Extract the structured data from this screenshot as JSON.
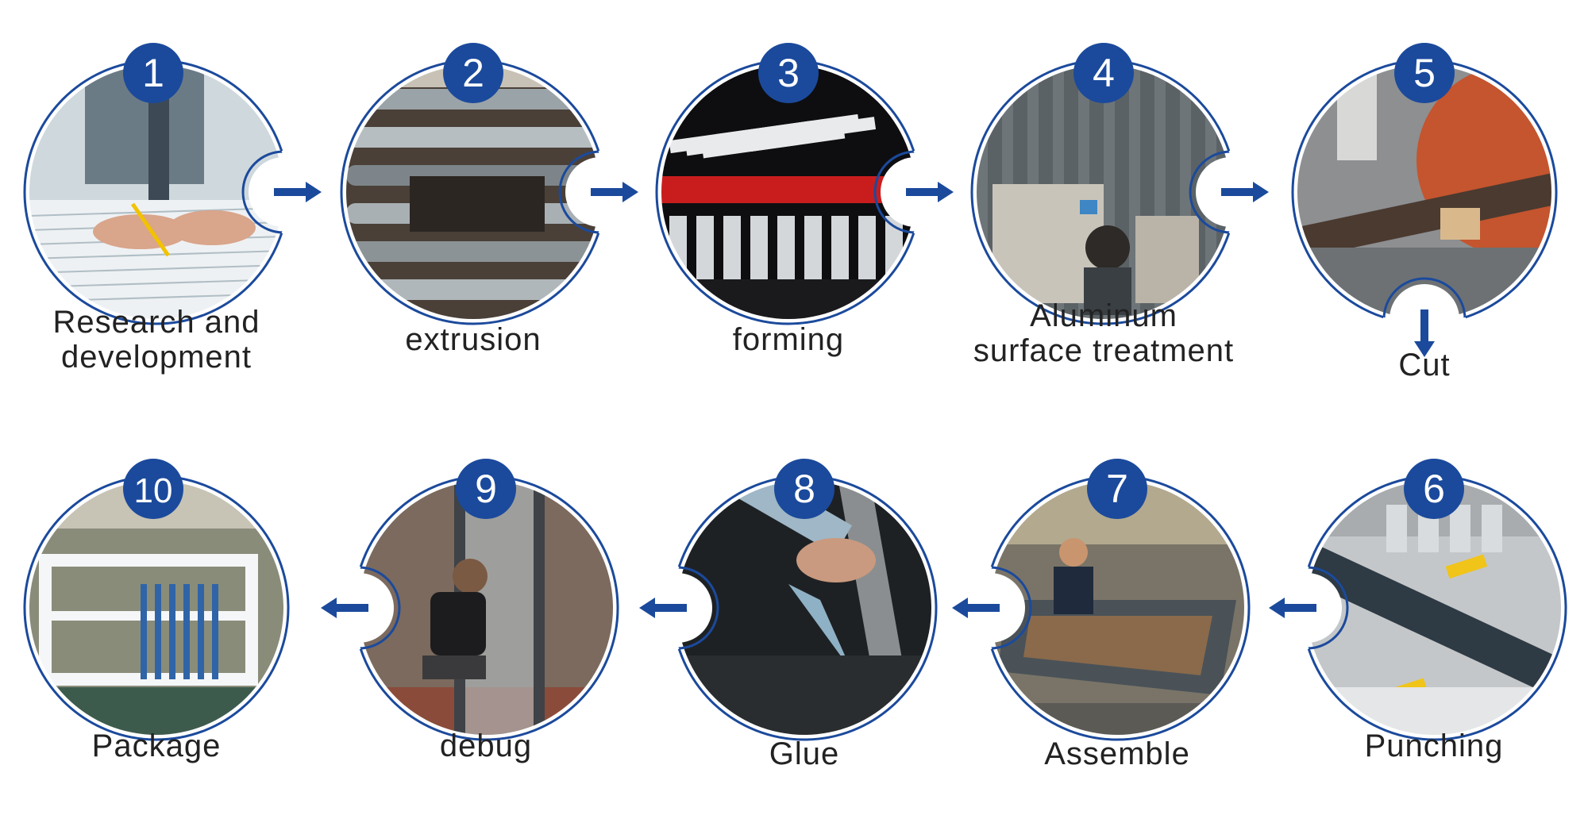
{
  "colors": {
    "accent": "#1b4a9c",
    "ring": "#1b4a9c",
    "text": "#222222"
  },
  "steps": [
    {
      "number": "1",
      "name": "step-research",
      "label_lines": [
        "Research and",
        "development"
      ],
      "arrow": "right",
      "scene": "blueprint-desk"
    },
    {
      "number": "2",
      "name": "step-extrusion",
      "label_lines": [
        "extrusion"
      ],
      "arrow": "right",
      "scene": "extrusion-machine"
    },
    {
      "number": "3",
      "name": "step-forming",
      "label_lines": [
        "forming"
      ],
      "arrow": "right",
      "scene": "profiles-rack"
    },
    {
      "number": "4",
      "name": "step-surface",
      "label_lines": [
        "Aluminum",
        "surface treatment"
      ],
      "arrow": "right",
      "scene": "control-panel"
    },
    {
      "number": "5",
      "name": "step-cut",
      "label_lines": [
        "Cut"
      ],
      "arrow": "down",
      "scene": "saw"
    },
    {
      "number": "6",
      "name": "step-punching",
      "label_lines": [
        "Punching"
      ],
      "arrow": "left",
      "scene": "punch-machine"
    },
    {
      "number": "7",
      "name": "step-assemble",
      "label_lines": [
        "Assemble"
      ],
      "arrow": "left",
      "scene": "assembly-table"
    },
    {
      "number": "8",
      "name": "step-glue",
      "label_lines": [
        "Glue"
      ],
      "arrow": "left",
      "scene": "glue-gun"
    },
    {
      "number": "9",
      "name": "step-debug",
      "label_lines": [
        "debug"
      ],
      "arrow": "left",
      "scene": "door-adjust"
    },
    {
      "number": "10",
      "name": "step-package",
      "label_lines": [
        "Package"
      ],
      "arrow": "none",
      "scene": "wrapped-frames"
    }
  ]
}
